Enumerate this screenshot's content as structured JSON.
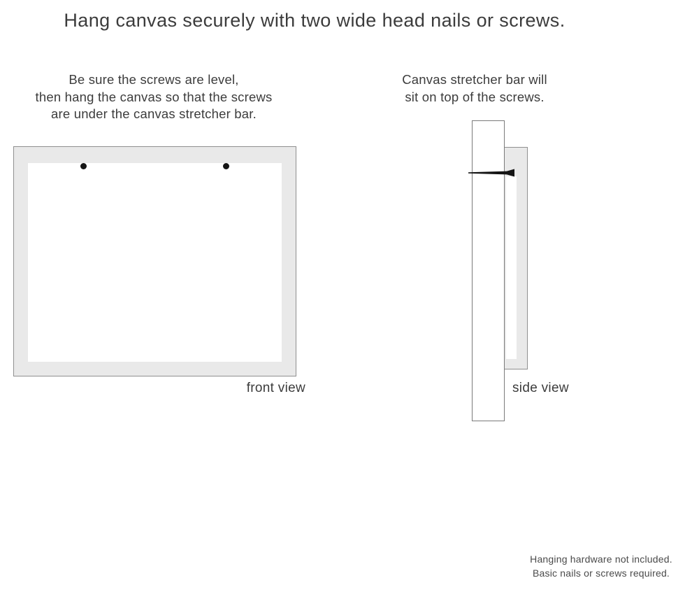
{
  "title": "Hang canvas securely with two wide head nails or screws.",
  "front": {
    "instruction_lines": [
      "Be sure the screws are level,",
      "then hang the canvas so that the screws",
      "are under the canvas stretcher bar."
    ],
    "label": "front view",
    "screw_count": 2
  },
  "side": {
    "instruction_lines": [
      "Canvas stretcher bar will",
      "sit on top of the screws."
    ],
    "label": "side view"
  },
  "footer_lines": [
    "Hanging hardware not included.",
    "Basic nails or screws required."
  ],
  "colors": {
    "canvas-fill": "#e9e9e9",
    "canvas-border": "#8f8f8f",
    "wall-border": "#7a7a7a",
    "hardware-color": "#141414",
    "text-color": "#3c3c3c",
    "footer-color": "#4a4a4a"
  }
}
